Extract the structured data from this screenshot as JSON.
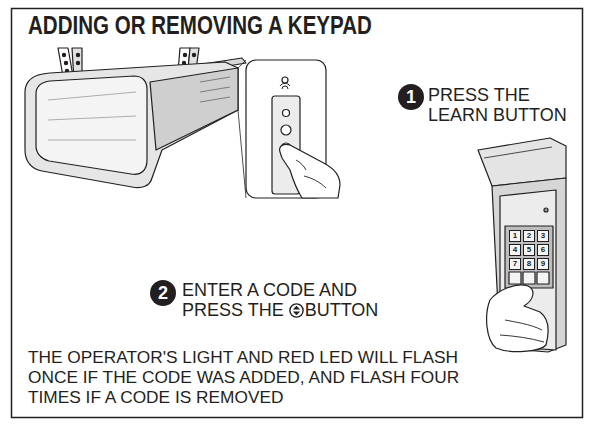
{
  "diagram": {
    "title": "ADDING OR REMOVING A KEYPAD",
    "caption": "THE OPERATOR'S LIGHT AND RED LED WILL FLASH ONCE IF THE CODE WAS ADDED, AND FLASH FOUR TIMES IF A CODE IS REMOVED",
    "nodes": [
      {
        "text": [
          "1"
        ]
      },
      {
        "text": [
          "2"
        ]
      },
      {
        "text": [
          "1"
        ]
      },
      {
        "text": [
          "2"
        ]
      },
      {
        "text": [
          "3"
        ]
      },
      {
        "text": [
          "4"
        ]
      },
      {
        "text": [
          "5"
        ]
      },
      {
        "text": [
          "6"
        ]
      },
      {
        "text": [
          "7"
        ]
      },
      {
        "text": [
          "8"
        ]
      },
      {
        "text": [
          "9"
        ]
      }
    ],
    "labels": [
      "PRESS THE LEARN BUTTON",
      "ENTER A CODE AND PRESS THE",
      "BUTTON"
    ]
  }
}
